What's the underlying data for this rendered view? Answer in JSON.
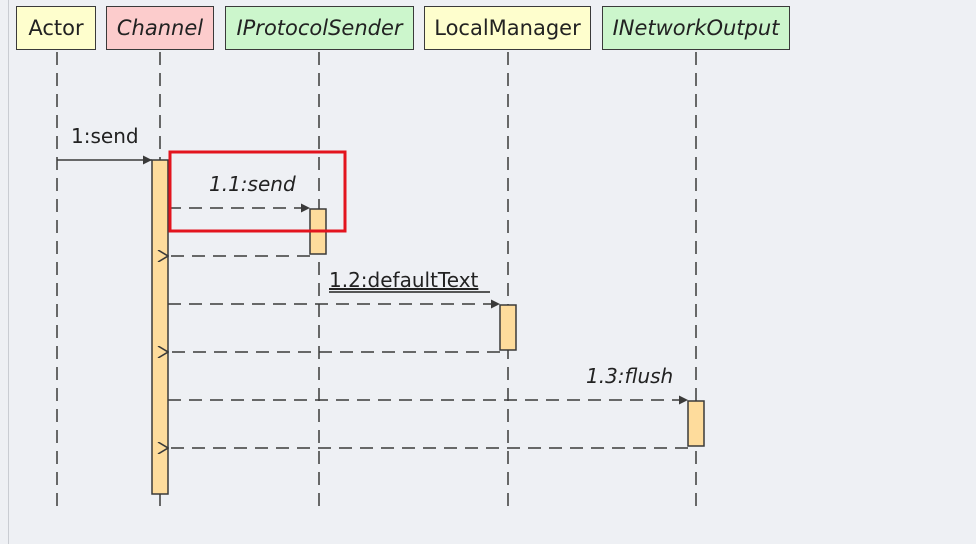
{
  "participants": [
    {
      "name": "Actor",
      "style": "plain",
      "color": "#fefecd"
    },
    {
      "name": "Channel",
      "style": "italic",
      "color": "#fccccc"
    },
    {
      "name": "IProtocolSender",
      "style": "italic",
      "color": "#ccf6cc"
    },
    {
      "name": "LocalManager",
      "style": "plain",
      "color": "#fefecd"
    },
    {
      "name": "INetworkOutput",
      "style": "italic",
      "color": "#ccf6cc"
    }
  ],
  "messages": [
    {
      "label": "1:send",
      "from": "Actor",
      "to": "Channel",
      "kind": "sync-call"
    },
    {
      "label": "1.1:send",
      "from": "Channel",
      "to": "IProtocolSender",
      "kind": "async-call",
      "italic": true
    },
    {
      "label": "",
      "from": "IProtocolSender",
      "to": "Channel",
      "kind": "return"
    },
    {
      "label": "1.2:defaultText",
      "from": "Channel",
      "to": "LocalManager",
      "kind": "async-call",
      "underlined": true
    },
    {
      "label": "",
      "from": "LocalManager",
      "to": "Channel",
      "kind": "return"
    },
    {
      "label": "1.3:flush",
      "from": "Channel",
      "to": "INetworkOutput",
      "kind": "async-call",
      "italic": true
    },
    {
      "label": "",
      "from": "INetworkOutput",
      "to": "Channel",
      "kind": "return"
    }
  ],
  "colors": {
    "activation": "#fedc9c",
    "highlight_box": "#e3141e",
    "line": "#3a3a3a",
    "background": "#eef0f4"
  }
}
